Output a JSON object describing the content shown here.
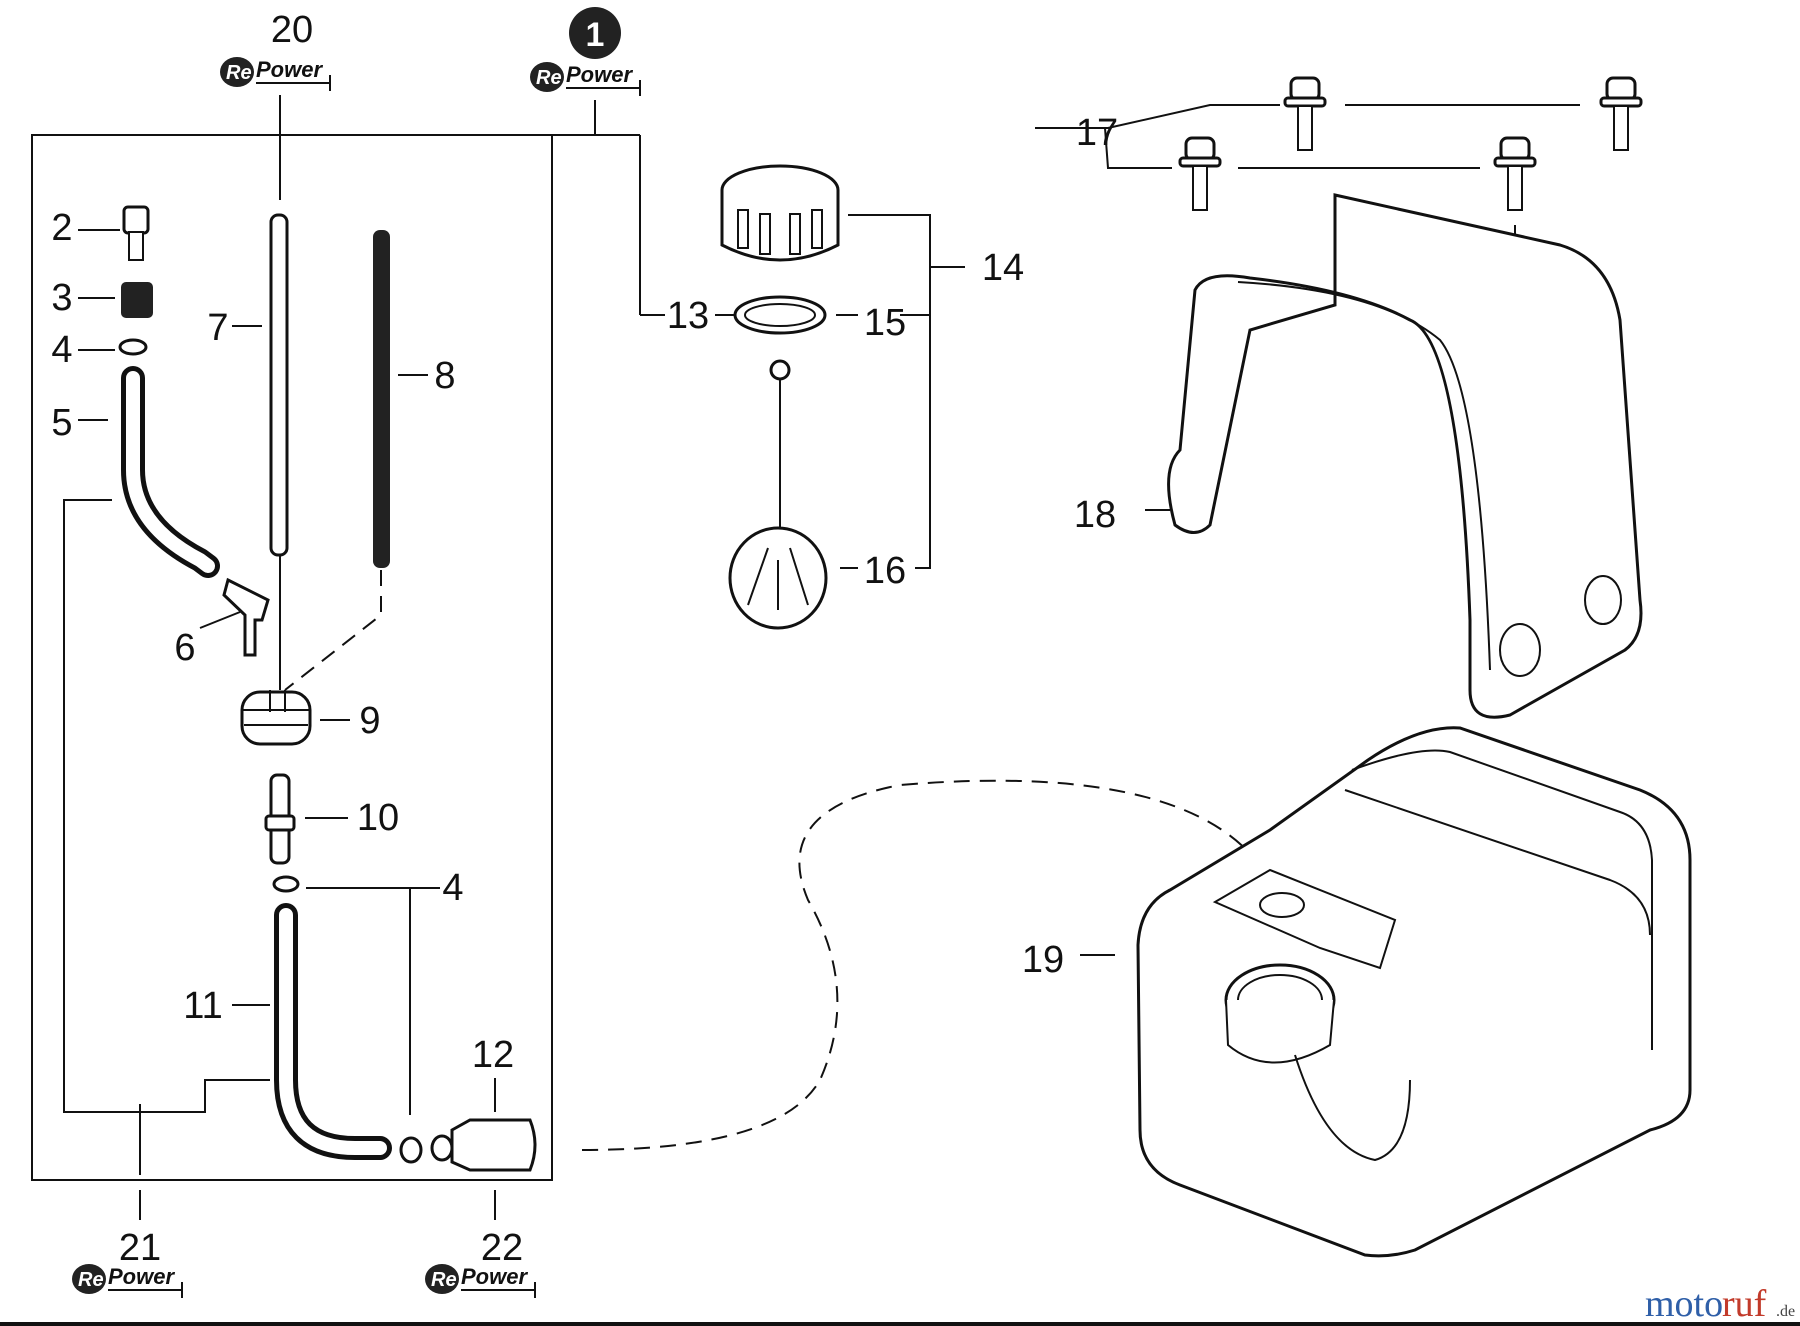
{
  "callouts": {
    "c1": "1",
    "c2": "2",
    "c3": "3",
    "c4a": "4",
    "c4b": "4",
    "c5": "5",
    "c6": "6",
    "c7": "7",
    "c8": "8",
    "c9": "9",
    "c10": "10",
    "c11": "11",
    "c12": "12",
    "c13": "13",
    "c14": "14",
    "c15": "15",
    "c16": "16",
    "c17": "17",
    "c18": "18",
    "c19": "19",
    "c20": "20",
    "c21": "21",
    "c22": "22"
  },
  "logo": {
    "prefix": "Re",
    "word": "Power"
  },
  "watermark": {
    "part1": "moto",
    "part2": "ruf",
    "suffix": ".de"
  }
}
